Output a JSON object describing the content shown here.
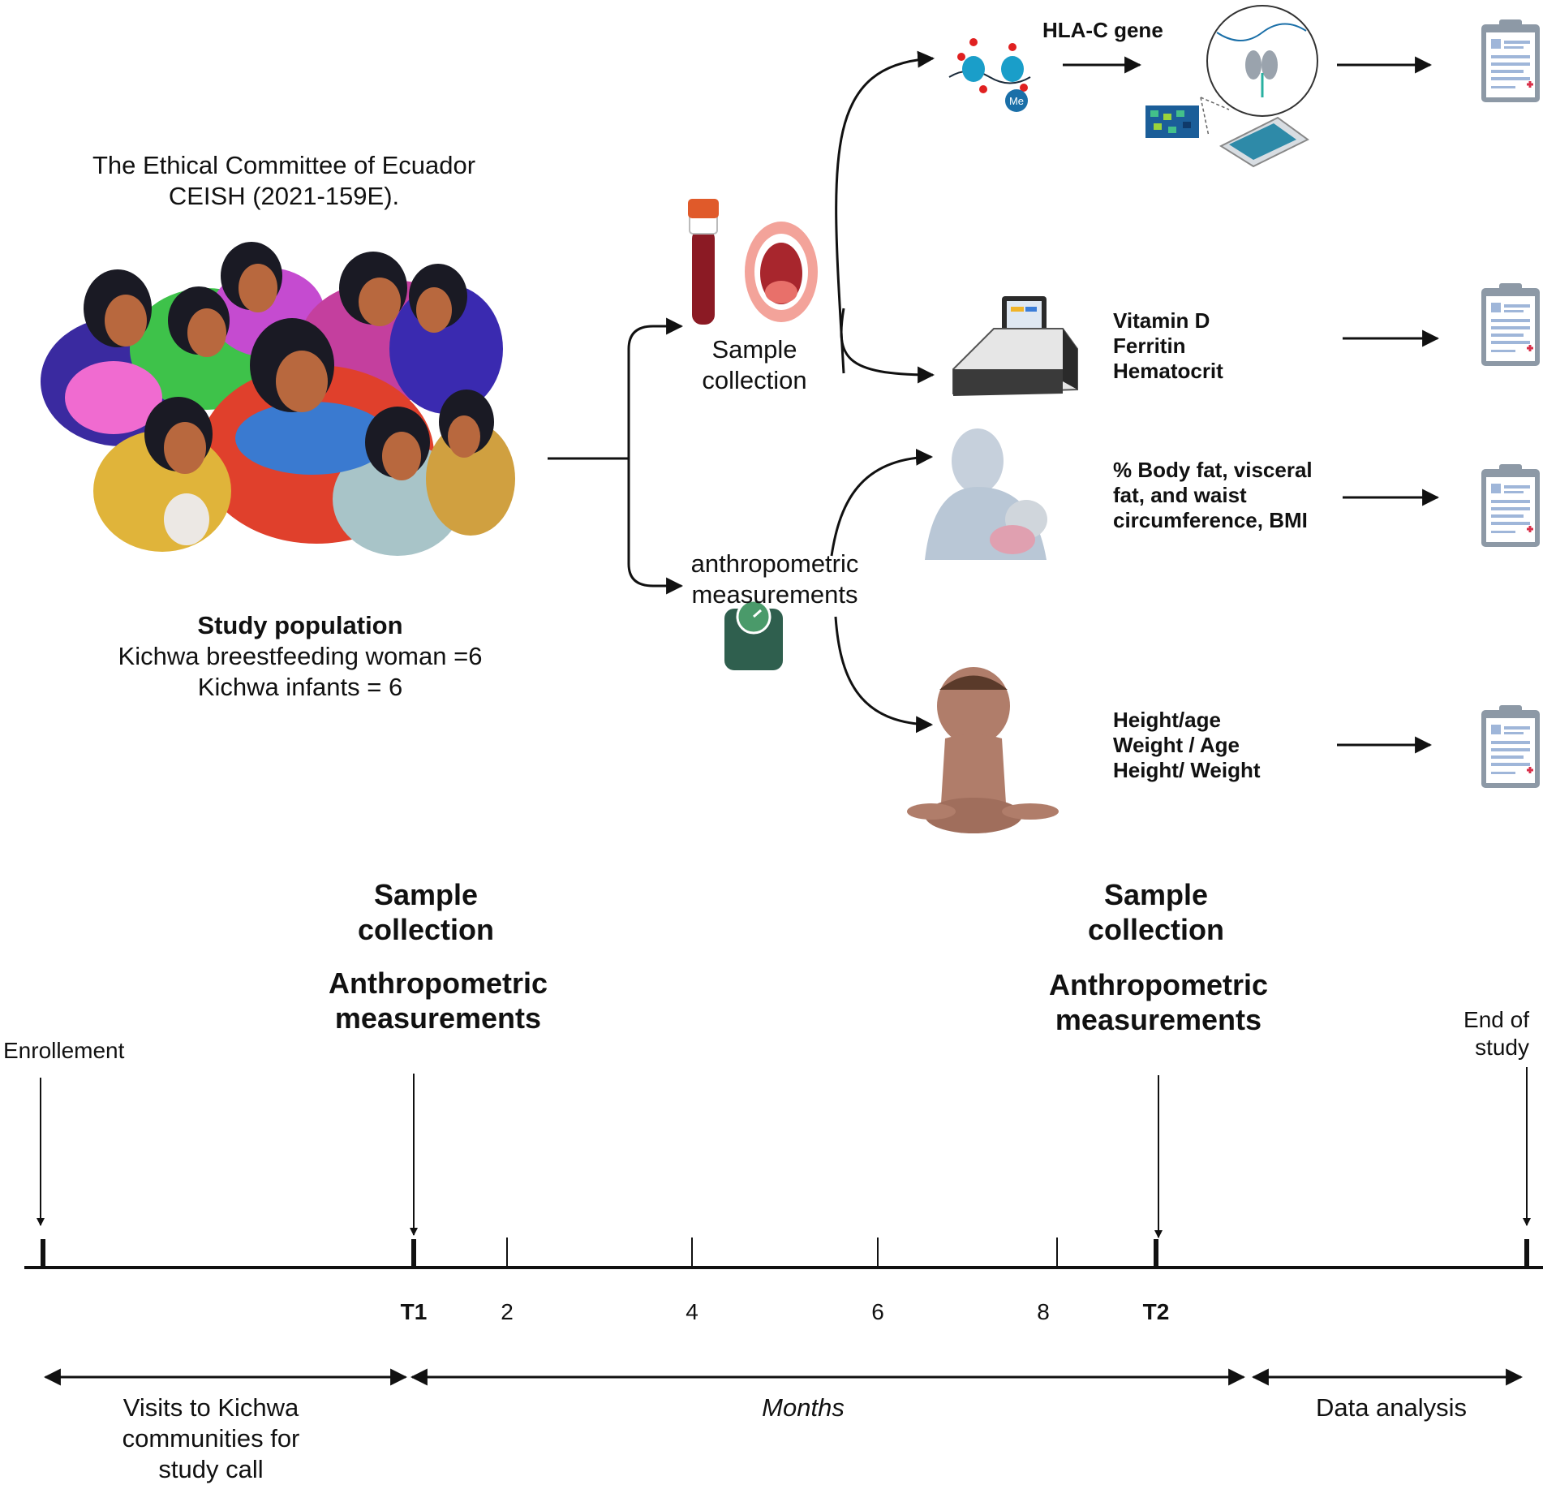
{
  "ethics": {
    "line1": "The Ethical Committee of Ecuador",
    "line2": "CEISH (2021-159E)."
  },
  "population": {
    "title": "Study population",
    "women": "Kichwa breestfeeding woman =6",
    "infants": "Kichwa infants = 6"
  },
  "branches": {
    "sample": [
      "Sample",
      "collection"
    ],
    "anthro": [
      "anthropometric",
      "measurements"
    ]
  },
  "analyses": {
    "gene": "HLA-C gene",
    "methylation_tag": "Me",
    "blood_markers": [
      "Vitamin D",
      "Ferritin",
      "Hematocrit"
    ],
    "maternal_body": [
      "% Body fat, visceral",
      "fat, and waist",
      "circumference, BMI"
    ],
    "infant_growth": [
      "Height/age",
      "Weight / Age",
      "Height/ Weight"
    ]
  },
  "timeline": {
    "events": {
      "enrollment": "Enrollement",
      "end_of_study": [
        "End of",
        "study"
      ],
      "t1_sample": [
        "Sample",
        "collection"
      ],
      "t1_anthro": [
        "Anthropometric",
        "measurements"
      ],
      "t2_sample": [
        "Sample",
        "collection"
      ],
      "t2_anthro": [
        "Anthropometric",
        "measurements"
      ]
    },
    "ticks": [
      "T1",
      "2",
      "4",
      "6",
      "8",
      "T2"
    ],
    "phases": {
      "visits": [
        "Visits to Kichwa",
        "communities for",
        "study call"
      ],
      "months": "Months",
      "analysis": "Data analysis"
    }
  },
  "colors": {
    "line": "#111111",
    "blood": "#8b1a24",
    "cap": "#e05a2a",
    "mouth": "#f3a39a",
    "scale": "#2f5f4e",
    "clipboard": "#8d99a6",
    "baby_skin": "#b07d6a",
    "mother_silhouette": "#b9c7d6",
    "dna": "#1a9ec9",
    "heatmap": [
      "#1b5e99",
      "#43c08a",
      "#9ad33a",
      "#0f3a6a"
    ]
  },
  "icons": [
    "women-group-illustration",
    "blood-tube-icon",
    "open-mouth-icon",
    "scale-icon",
    "dna-methylation-icon",
    "sequencing-icon",
    "analyzer-icon",
    "breastfeeding-icon",
    "infant-icon",
    "clipboard-icon"
  ]
}
